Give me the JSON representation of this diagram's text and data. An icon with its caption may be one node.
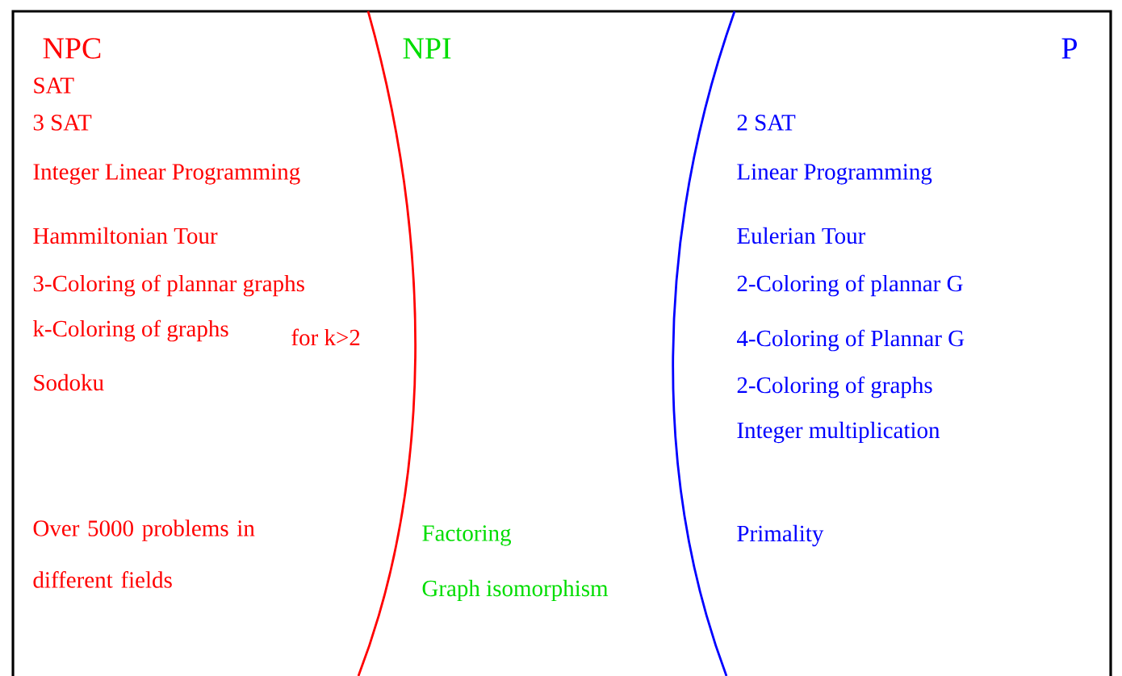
{
  "diagram": {
    "nodes": [
      {
        "text": [
          "NPC",
          "SAT",
          "3 SAT",
          "Integer Linear Programming",
          "Hammiltonian Tour",
          "3-Coloring of plannar graphs",
          "k-Coloring of graphs",
          "for k>2",
          "Sodoku",
          "Over 5000 problems in different fields"
        ]
      },
      {
        "text": [
          "NPI",
          "Factoring",
          "Graph isomorphism"
        ]
      },
      {
        "text": [
          "P",
          "2 SAT",
          "Linear Programming",
          "Eulerian Tour",
          "2-Coloring of plannar G",
          "4-Coloring of Plannar G",
          "2-Coloring of graphs",
          "Integer multiplication",
          "Primality"
        ]
      }
    ]
  }
}
